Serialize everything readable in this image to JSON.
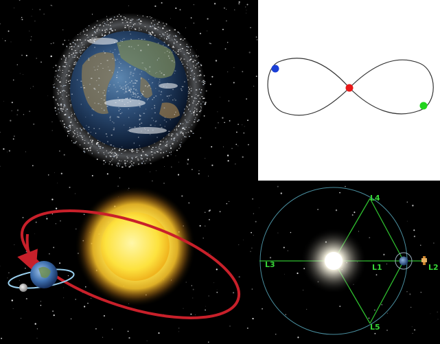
{
  "panels": [
    {
      "id": "space-debris",
      "depicts": "earth-with-orbital-debris"
    },
    {
      "id": "figure-eight",
      "depicts": "three-body-figure-eight-orbit"
    },
    {
      "id": "earth-sun-orbit",
      "depicts": "earth-moon-orbiting-sun"
    },
    {
      "id": "lagrange-points",
      "depicts": "sun-earth-lagrange-points"
    }
  ],
  "figure_eight": {
    "bodies": [
      {
        "name": "blue",
        "color": "#1a3fd6"
      },
      {
        "name": "red",
        "color": "#e81818"
      },
      {
        "name": "green",
        "color": "#22d41d"
      }
    ]
  },
  "lagrange": {
    "labels": {
      "l1": "L1",
      "l2": "L2",
      "l3": "L3",
      "l4": "L4",
      "l5": "L5"
    },
    "line_color": "#2fc02f",
    "orbit_color": "#4a8fa0"
  },
  "orbit": {
    "orbit_color": "#c8202a",
    "moon_orbit_color": "#9ad0ef"
  }
}
